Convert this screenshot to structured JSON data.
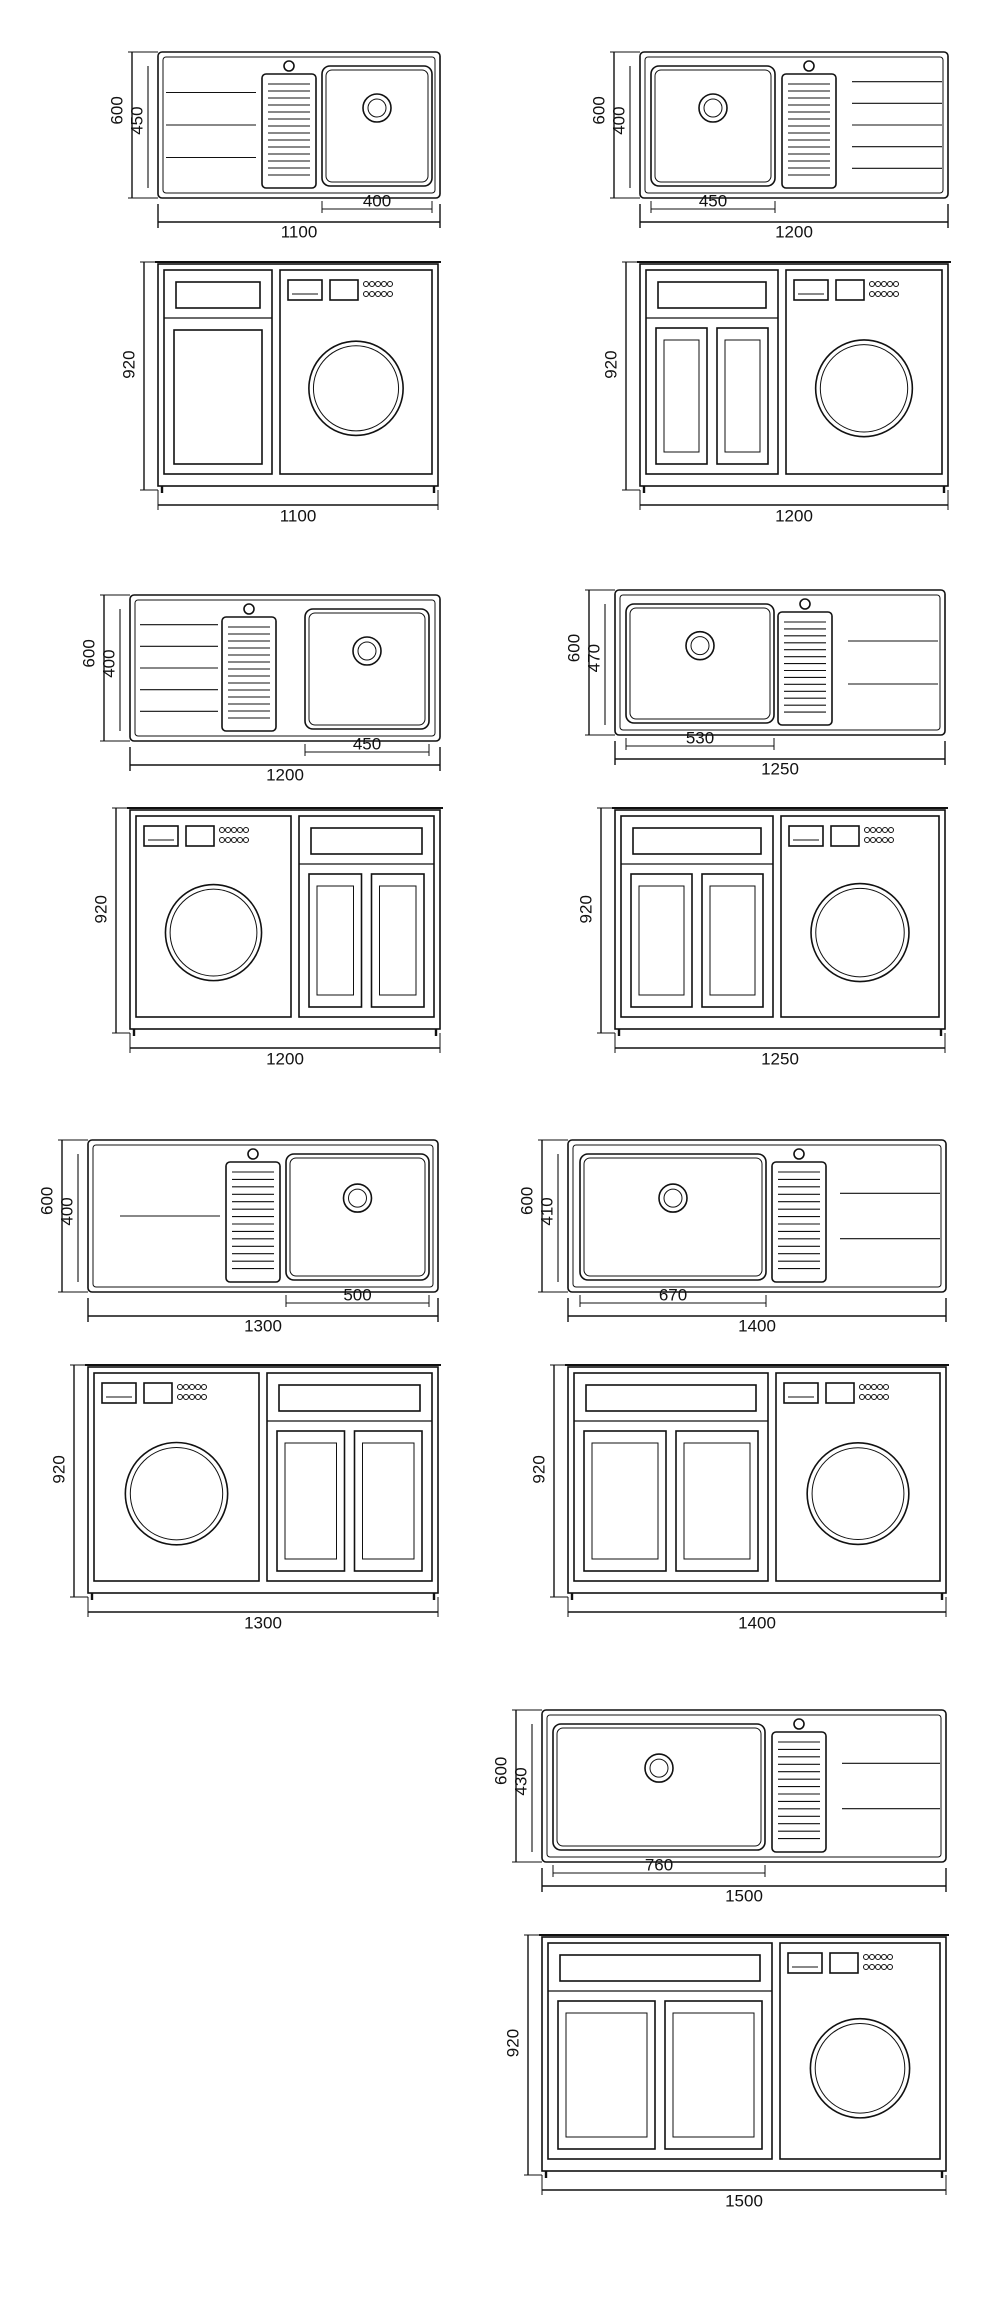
{
  "units": [
    {
      "id": "u1100",
      "total": "1100",
      "depth": "600",
      "bowl_depth": "450",
      "bowl_width": "400",
      "cabinet_height": "920",
      "cabinet_width": "1100",
      "sink_side": "right",
      "washer_side": "right"
    },
    {
      "id": "u1200a",
      "total": "1200",
      "depth": "600",
      "bowl_depth": "400",
      "bowl_width": "450",
      "cabinet_height": "920",
      "cabinet_width": "1200",
      "sink_side": "left",
      "washer_side": "right"
    },
    {
      "id": "u1200b",
      "total": "1200",
      "depth": "600",
      "bowl_depth": "400",
      "bowl_width": "450",
      "cabinet_height": "920",
      "cabinet_width": "1200",
      "sink_side": "right",
      "washer_side": "left"
    },
    {
      "id": "u1250",
      "total": "1250",
      "depth": "600",
      "bowl_depth": "470",
      "bowl_width": "530",
      "cabinet_height": "920",
      "cabinet_width": "1250",
      "sink_side": "left",
      "washer_side": "right"
    },
    {
      "id": "u1300",
      "total": "1300",
      "depth": "600",
      "bowl_depth": "400",
      "bowl_width": "500",
      "cabinet_height": "920",
      "cabinet_width": "1300",
      "sink_side": "right",
      "washer_side": "left"
    },
    {
      "id": "u1400",
      "total": "1400",
      "depth": "600",
      "bowl_depth": "410",
      "bowl_width": "670",
      "cabinet_height": "920",
      "cabinet_width": "1400",
      "sink_side": "left",
      "washer_side": "right"
    },
    {
      "id": "u1500",
      "total": "1500",
      "depth": "600",
      "bowl_depth": "430",
      "bowl_width": "760",
      "cabinet_height": "920",
      "cabinet_width": "1500",
      "sink_side": "left",
      "washer_side": "right"
    }
  ]
}
